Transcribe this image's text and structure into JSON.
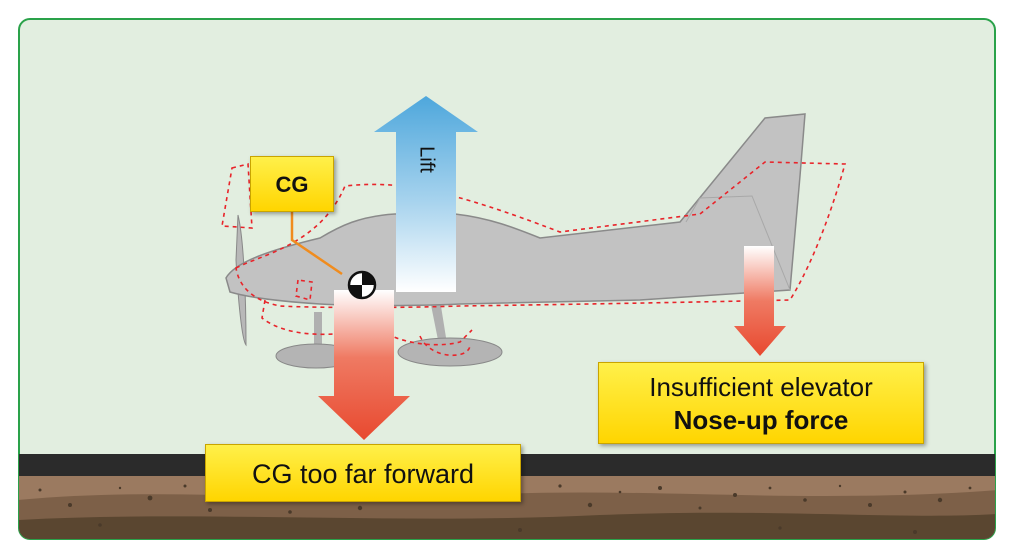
{
  "labels": {
    "cg": "CG",
    "lift": "Lift",
    "cg_forward": "CG too far forward",
    "elevator_line1": "Insufficient elevator",
    "elevator_line2": "Nose-up force"
  },
  "colors": {
    "background": "#e2eee0",
    "frame_border": "#2aa24a",
    "aircraft": "#c2c2c2",
    "dashed_outline": "#e8242a",
    "lift_arrow": "#4ea7dc",
    "weight_arrow": "#e8492f",
    "cg_pointer": "#f08c1e",
    "label_fill": "#ffe31a",
    "runway": "#2b2b2b",
    "ground_upper": "#9b7a60",
    "ground_lower": "#5a4630"
  }
}
